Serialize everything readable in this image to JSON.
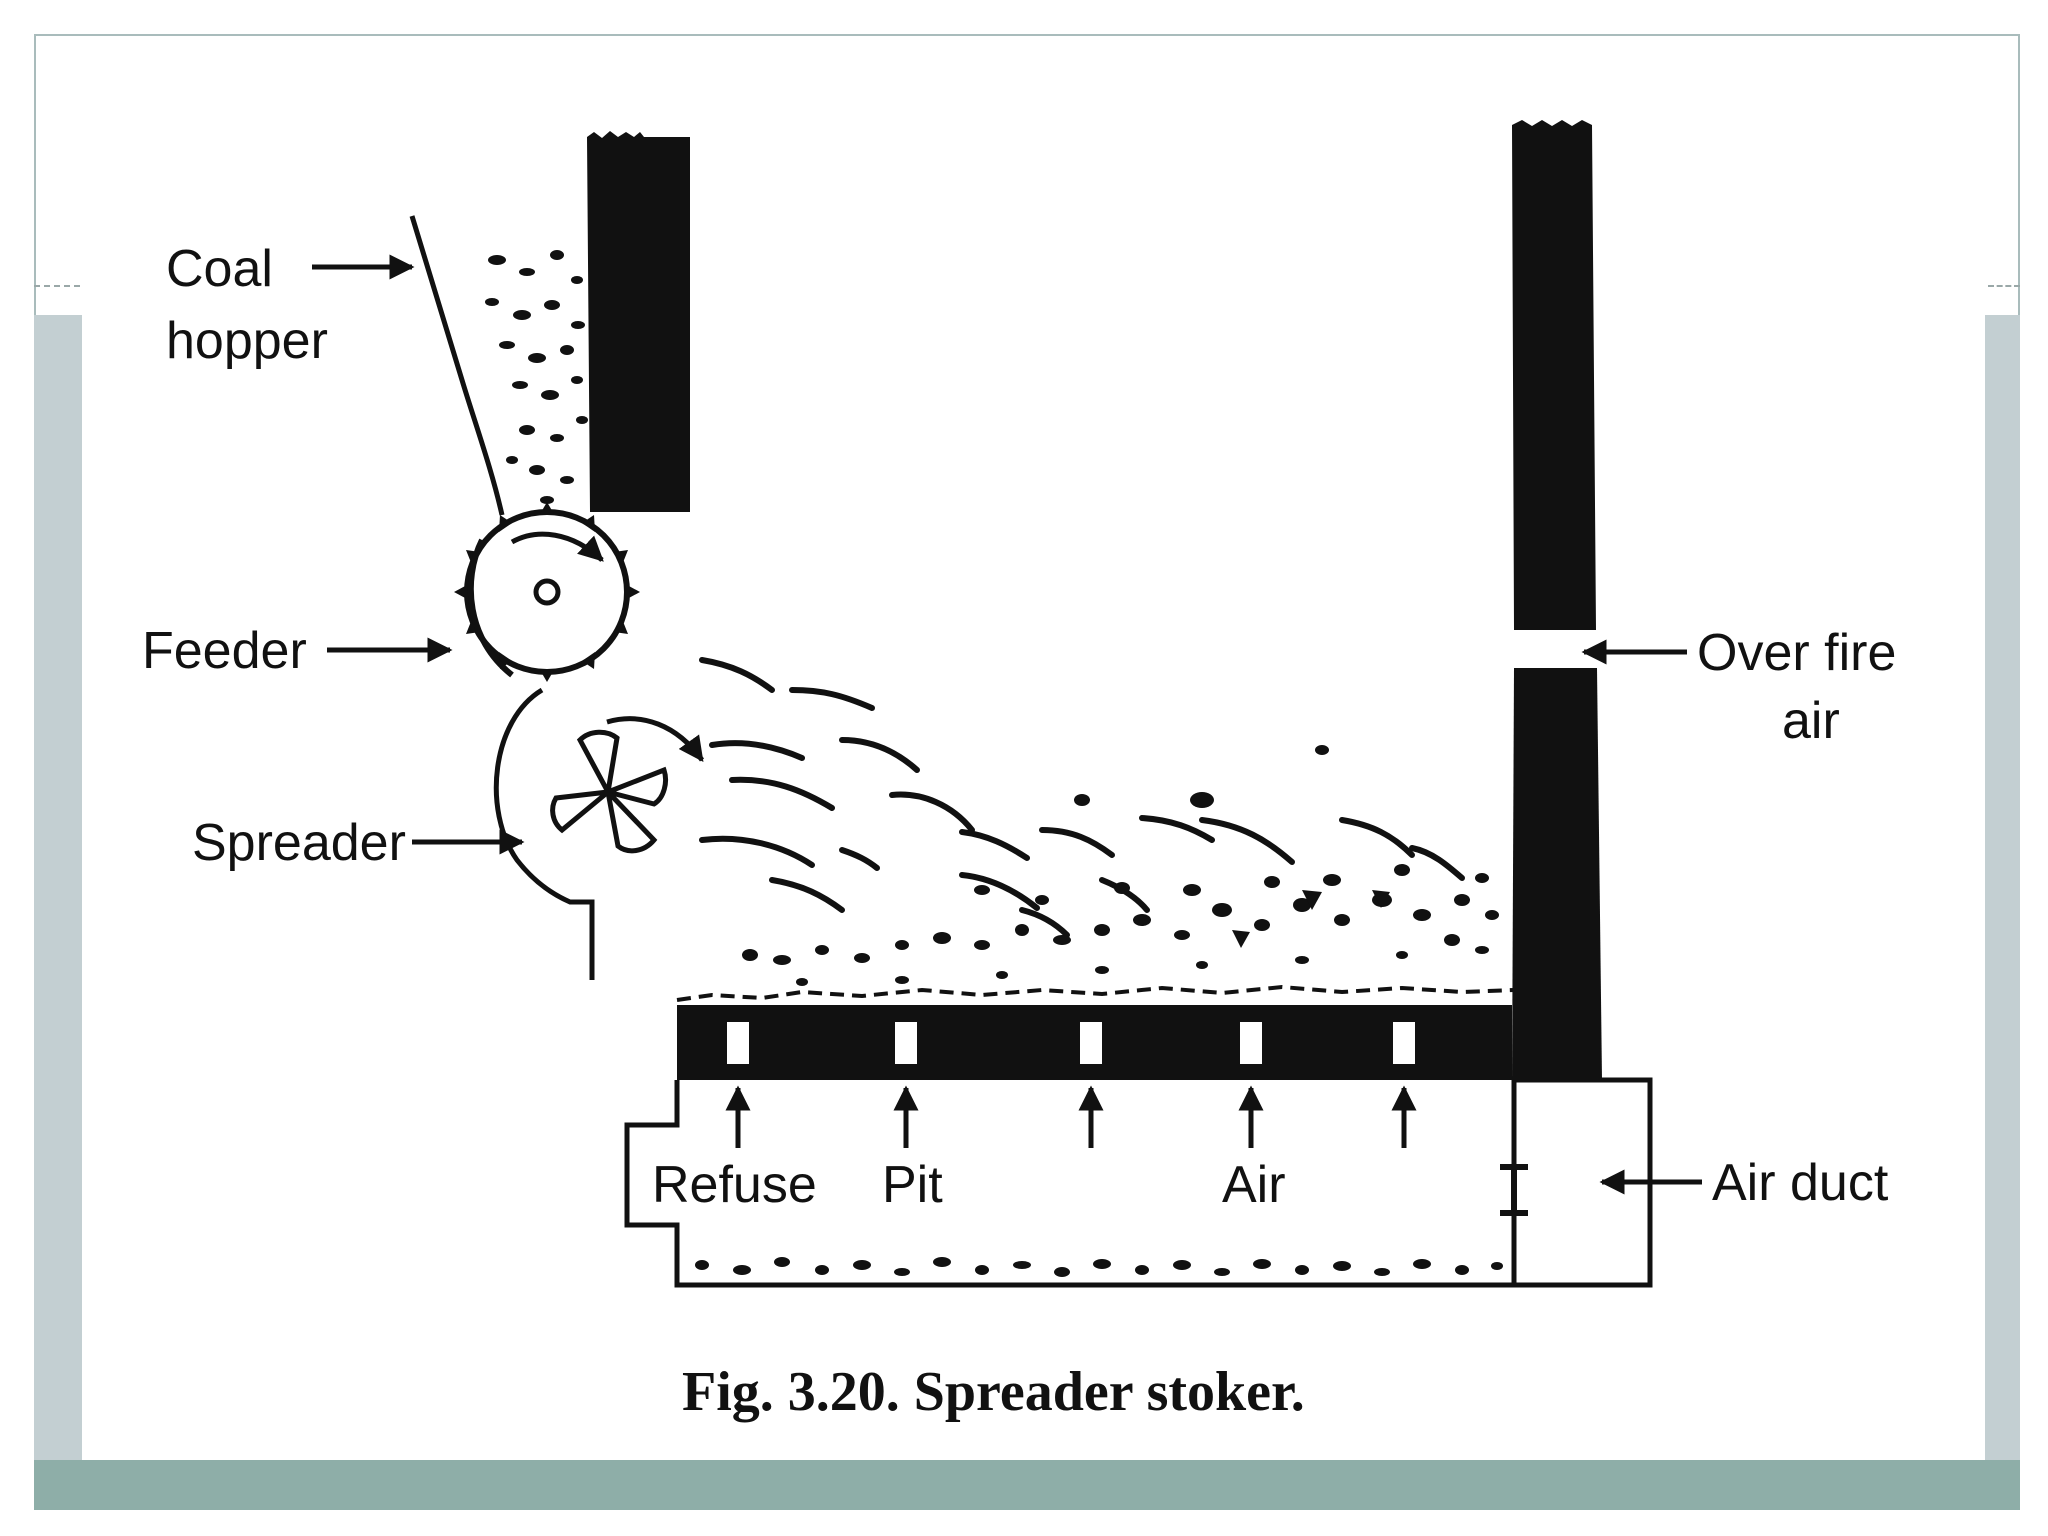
{
  "diagram": {
    "labels": {
      "coal_hopper_line1": "Coal",
      "coal_hopper_line2": "hopper",
      "feeder": "Feeder",
      "spreader": "Spreader",
      "over_fire_air_line1": "Over fire",
      "over_fire_air_line2": "air",
      "refuse": "Refuse",
      "pit": "Pit",
      "air": "Air",
      "air_duct": "Air duct"
    },
    "caption": "Fig. 3.20. Spreader stoker."
  },
  "colors": {
    "ink": "#111111",
    "frame_border": "#a9bcbc",
    "side_band": "#c3cfd2",
    "bottom_band": "#8eaea8"
  }
}
